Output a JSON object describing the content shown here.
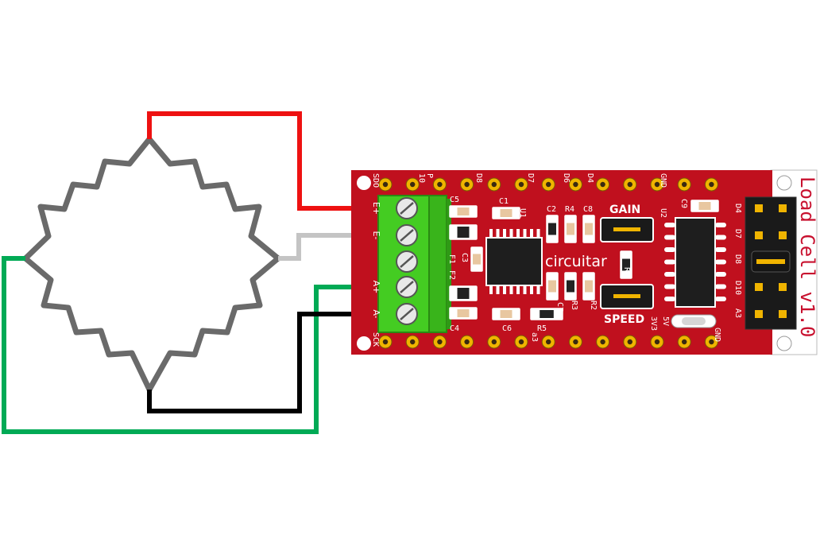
{
  "colors": {
    "wire_red": "#ee1111",
    "wire_grey": "#c4c4c4",
    "wire_green": "#00aa55",
    "wire_black": "#000000",
    "pcb": "#c0101e",
    "terminal": "#44cc22",
    "pad": "#f0b400",
    "resistor": "#6a6a6a"
  },
  "board": {
    "title": "Load Cell v1.0",
    "brand": "circuitar",
    "gain_label": "GAIN",
    "speed_label": "SPEED",
    "terminal_labels": [
      "E+",
      "E-",
      "A+",
      "A-"
    ],
    "top_pin_labels": [
      "SDO",
      "10",
      "P",
      "D8",
      "D7",
      "D6",
      "D4",
      "GND",
      "U2",
      "C9"
    ],
    "bottom_pin_labels": [
      "SCK",
      "a3",
      "3V3",
      "5V",
      "GND"
    ],
    "right_pin_labels": [
      "D4",
      "D7",
      "D8",
      "D10",
      "A3"
    ],
    "component_labels": [
      "C5",
      "C1",
      "U1",
      "C2",
      "R4",
      "C8",
      "C3",
      "F1",
      "F2",
      "R1",
      "C4",
      "C6",
      "R5",
      "R3",
      "R2",
      "C7"
    ]
  }
}
